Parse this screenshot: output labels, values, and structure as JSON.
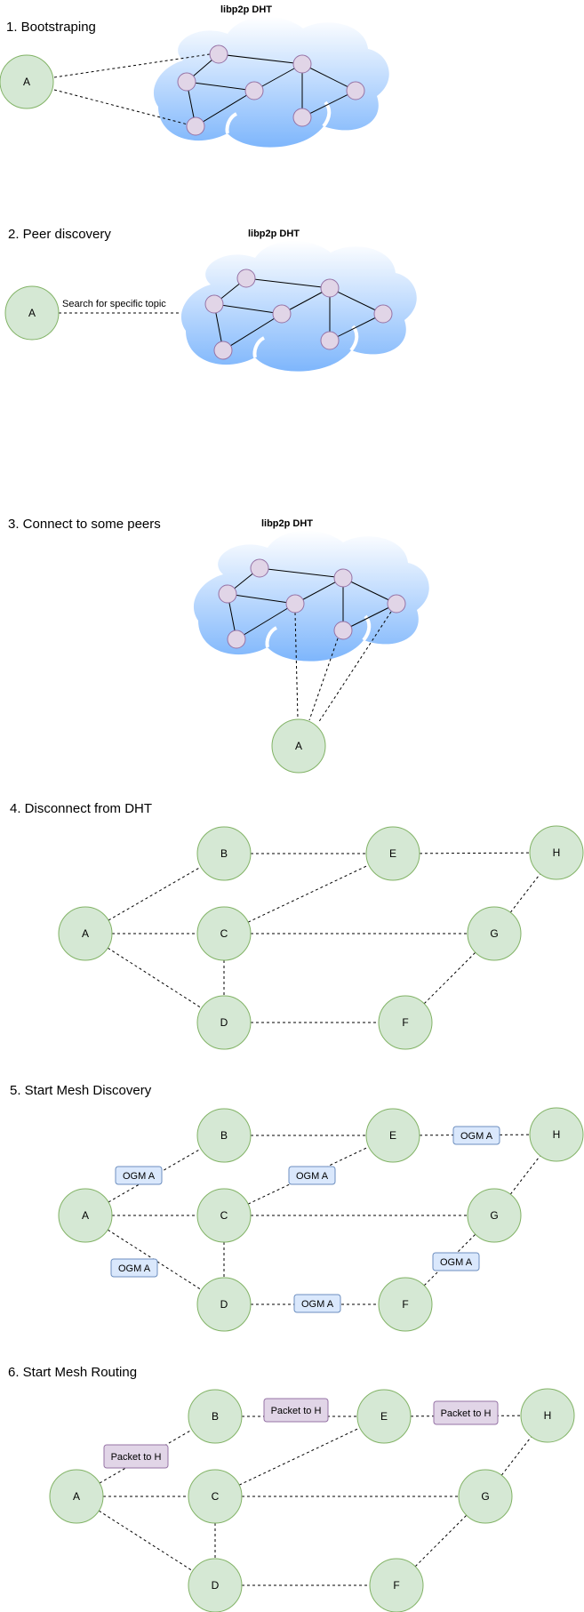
{
  "sections": [
    {
      "title": "1. Bootstraping",
      "cloud_title": "libp2p DHT",
      "node": "A"
    },
    {
      "title": "2. Peer discovery",
      "cloud_title": "libp2p DHT",
      "node": "A",
      "edge_label": "Search for specific topic"
    },
    {
      "title": "3. Connect to some peers",
      "cloud_title": "libp2p DHT",
      "node": "A"
    },
    {
      "title": "4. Disconnect from DHT"
    },
    {
      "title": "5. Start Mesh Discovery"
    },
    {
      "title": "6. Start Mesh Routing"
    }
  ],
  "mesh_nodes": [
    "A",
    "B",
    "C",
    "D",
    "E",
    "F",
    "G",
    "H"
  ],
  "mesh_edges": [
    [
      "A",
      "B"
    ],
    [
      "A",
      "C"
    ],
    [
      "A",
      "D"
    ],
    [
      "B",
      "E"
    ],
    [
      "C",
      "E"
    ],
    [
      "C",
      "D"
    ],
    [
      "C",
      "G"
    ],
    [
      "D",
      "F"
    ],
    [
      "E",
      "H"
    ],
    [
      "F",
      "G"
    ],
    [
      "G",
      "H"
    ]
  ],
  "discovery_messages": [
    {
      "label": "OGM A",
      "edge": [
        "A",
        "B"
      ]
    },
    {
      "label": "OGM A",
      "edge": [
        "A",
        "D"
      ]
    },
    {
      "label": "OGM A",
      "edge": [
        "C",
        "E"
      ]
    },
    {
      "label": "OGM A",
      "edge": [
        "E",
        "H"
      ]
    },
    {
      "label": "OGM A",
      "edge": [
        "D",
        "F"
      ]
    },
    {
      "label": "OGM A",
      "edge": [
        "F",
        "G"
      ]
    }
  ],
  "routing_messages": [
    {
      "label": "Packet to H",
      "edge": [
        "A",
        "B"
      ]
    },
    {
      "label": "Packet to H",
      "edge": [
        "B",
        "E"
      ]
    },
    {
      "label": "Packet to H",
      "edge": [
        "E",
        "H"
      ]
    }
  ],
  "colors": {
    "node_fill": "#d5e8d4",
    "node_stroke": "#82b366",
    "peer_fill": "#e1d5e7",
    "peer_stroke": "#9673a6",
    "ogm_fill": "#dae8fc",
    "ogm_stroke": "#6c8ebf",
    "cloud_top": "#ffffff",
    "cloud_bottom": "#7eb6fc"
  }
}
